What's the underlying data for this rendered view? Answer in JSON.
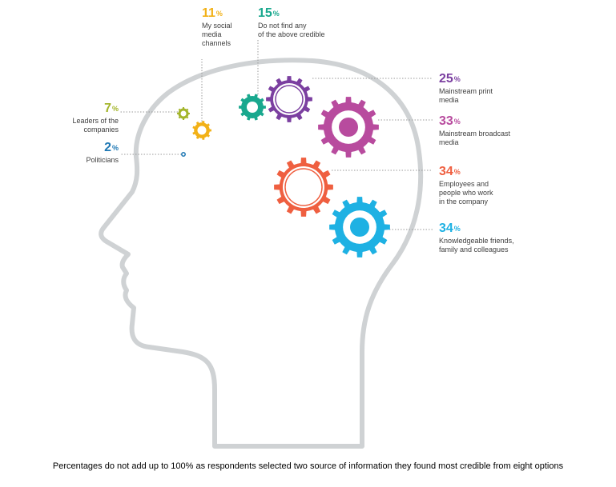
{
  "chart_data": {
    "type": "bar",
    "categories": [
      "Politicians",
      "Leaders of the companies",
      "My social media channels",
      "Do not find any of the above credible",
      "Mainstream print media",
      "Mainstream broadcast media",
      "Employees and people who work in the company",
      "Knowledgeable friends, family and colleagues"
    ],
    "labels": [
      "Politicians",
      "Leaders of the\ncompanies",
      "My social\nmedia\nchannels",
      "Do not find any\nof the above credible",
      "Mainstream print\nmedia",
      "Mainstream broadcast\nmedia",
      "Employees and\npeople who work\nin the company",
      "Knowledgeable friends,\nfamily and colleagues"
    ],
    "values": [
      2,
      7,
      11,
      15,
      25,
      33,
      34,
      34
    ],
    "unit": "%",
    "colors": [
      "#1f78b4",
      "#a3b52a",
      "#f2b117",
      "#19a88e",
      "#7b3fa0",
      "#b84b9e",
      "#ef5f40",
      "#1eb1e3"
    ],
    "head_color": "#cfd2d4",
    "footnote": "Percentages do not add up to 100% as respondents selected two source of information they found most credible from eight options"
  }
}
